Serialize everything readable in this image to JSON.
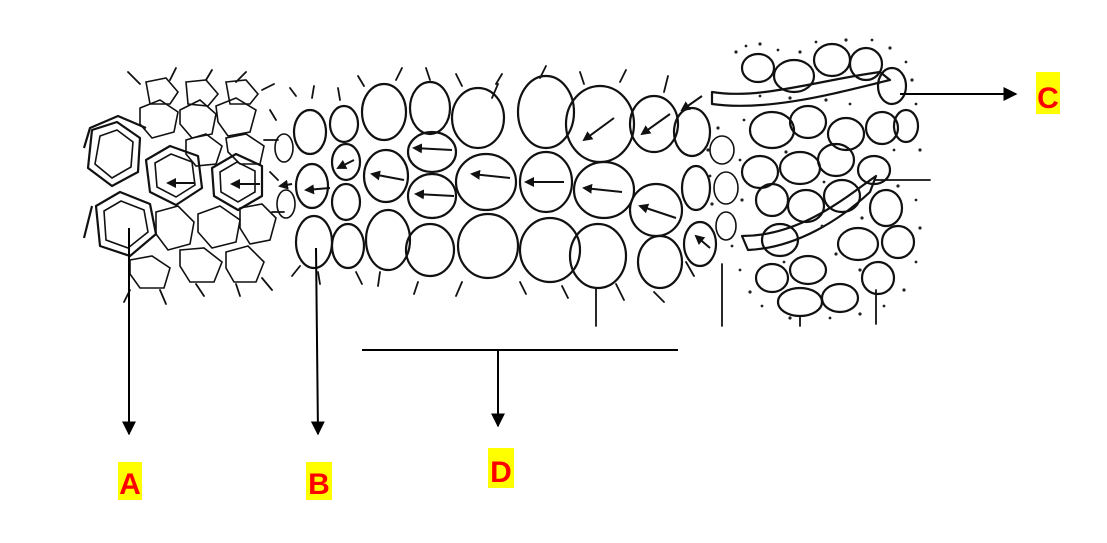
{
  "labels": {
    "a": "A",
    "b": "B",
    "c": "C",
    "d": "D"
  },
  "colors": {
    "label_text": "#ff0000",
    "label_highlight": "#ffff00",
    "ink": "#111111"
  }
}
